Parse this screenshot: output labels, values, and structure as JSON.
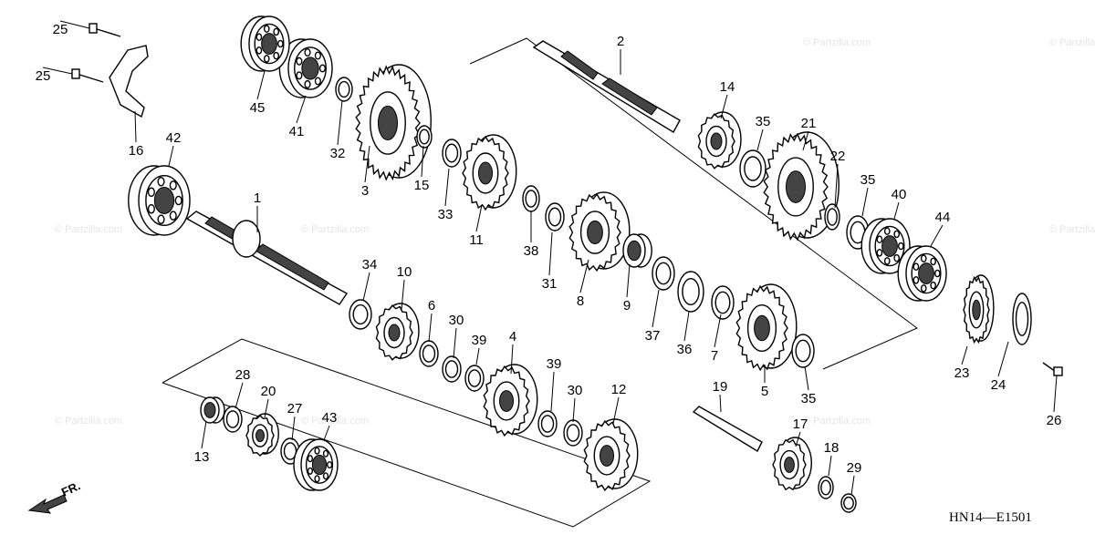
{
  "diagram": {
    "code": "HN14—E1501",
    "direction_label": "FR.",
    "watermark": "© Partzilla.com",
    "colors": {
      "line": "#000000",
      "background": "#ffffff",
      "watermark": "#e6e6e6"
    },
    "parts": [
      {
        "id": "p1",
        "label": "1"
      },
      {
        "id": "p2",
        "label": "2"
      },
      {
        "id": "p3",
        "label": "3"
      },
      {
        "id": "p4",
        "label": "4"
      },
      {
        "id": "p5",
        "label": "5"
      },
      {
        "id": "p6",
        "label": "6"
      },
      {
        "id": "p7",
        "label": "7"
      },
      {
        "id": "p8",
        "label": "8"
      },
      {
        "id": "p9",
        "label": "9"
      },
      {
        "id": "p10",
        "label": "10"
      },
      {
        "id": "p11",
        "label": "11"
      },
      {
        "id": "p12",
        "label": "12"
      },
      {
        "id": "p13",
        "label": "13"
      },
      {
        "id": "p14",
        "label": "14"
      },
      {
        "id": "p15",
        "label": "15"
      },
      {
        "id": "p16",
        "label": "16"
      },
      {
        "id": "p17",
        "label": "17"
      },
      {
        "id": "p18",
        "label": "18"
      },
      {
        "id": "p19",
        "label": "19"
      },
      {
        "id": "p20",
        "label": "20"
      },
      {
        "id": "p21",
        "label": "21"
      },
      {
        "id": "p22",
        "label": "22"
      },
      {
        "id": "p23",
        "label": "23"
      },
      {
        "id": "p24",
        "label": "24"
      },
      {
        "id": "p25a",
        "label": "25"
      },
      {
        "id": "p25b",
        "label": "25"
      },
      {
        "id": "p26",
        "label": "26"
      },
      {
        "id": "p27",
        "label": "27"
      },
      {
        "id": "p28",
        "label": "28"
      },
      {
        "id": "p29",
        "label": "29"
      },
      {
        "id": "p30a",
        "label": "30"
      },
      {
        "id": "p30b",
        "label": "30"
      },
      {
        "id": "p31",
        "label": "31"
      },
      {
        "id": "p32",
        "label": "32"
      },
      {
        "id": "p33",
        "label": "33"
      },
      {
        "id": "p34",
        "label": "34"
      },
      {
        "id": "p35a",
        "label": "35"
      },
      {
        "id": "p35b",
        "label": "35"
      },
      {
        "id": "p35c",
        "label": "35"
      },
      {
        "id": "p36",
        "label": "36"
      },
      {
        "id": "p37",
        "label": "37"
      },
      {
        "id": "p38",
        "label": "38"
      },
      {
        "id": "p39a",
        "label": "39"
      },
      {
        "id": "p39b",
        "label": "39"
      },
      {
        "id": "p40",
        "label": "40"
      },
      {
        "id": "p41",
        "label": "41"
      },
      {
        "id": "p42",
        "label": "42"
      },
      {
        "id": "p43",
        "label": "43"
      },
      {
        "id": "p44",
        "label": "44"
      },
      {
        "id": "p45",
        "label": "45"
      }
    ]
  }
}
